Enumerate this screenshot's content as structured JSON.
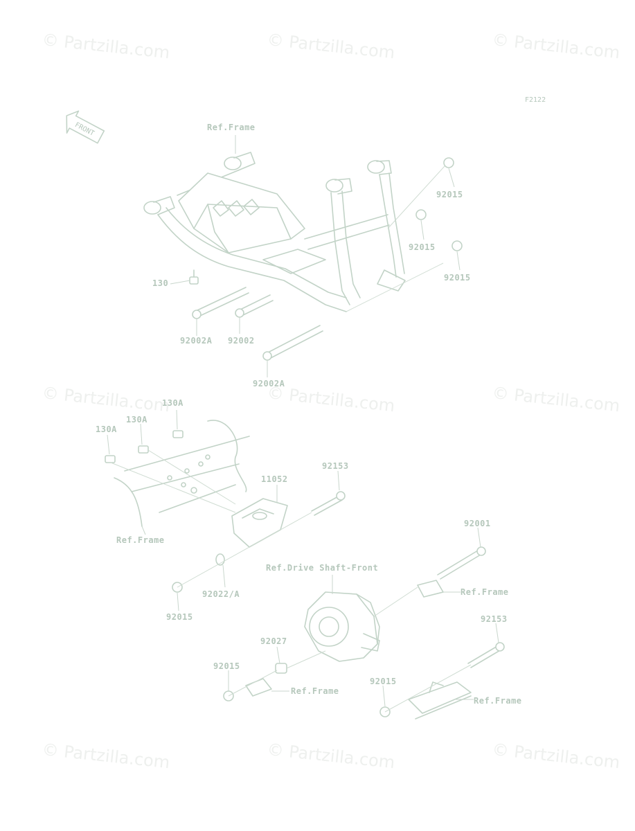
{
  "watermark": "© Partzilla.com",
  "figure_code": "F2122",
  "front_label": "FRONT",
  "labels": {
    "ref_frame_top": "Ref.Frame",
    "p92015_a": "92015",
    "p92015_b": "92015",
    "p92015_c": "92015",
    "p130": "130",
    "p92002A_a": "92002A",
    "p92002": "92002",
    "p92002A_b": "92002A",
    "p130A_a": "130A",
    "p130A_b": "130A",
    "p130A_c": "130A",
    "p11052": "11052",
    "p92153_a": "92153",
    "ref_frame_mid": "Ref.Frame",
    "p92022A": "92022/A",
    "p92015_d": "92015",
    "p92001": "92001",
    "ref_drive_shaft": "Ref.Drive Shaft-Front",
    "ref_frame_c": "Ref.Frame",
    "p92027": "92027",
    "p92153_b": "92153",
    "p92015_e": "92015",
    "ref_frame_d": "Ref.Frame",
    "p92015_f": "92015",
    "ref_frame_e": "Ref.Frame"
  }
}
